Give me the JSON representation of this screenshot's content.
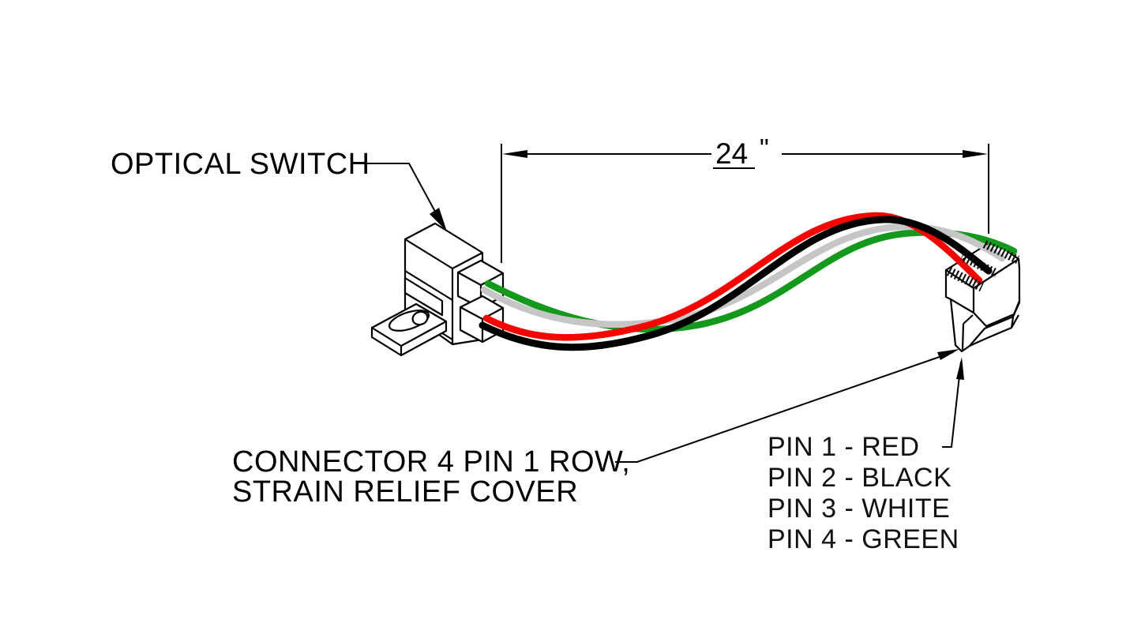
{
  "diagram": {
    "background": "#ffffff",
    "line_color": "#000000",
    "optical_switch_label": "OPTICAL SWITCH",
    "connector_label_line1": "CONNECTOR 4 PIN 1 ROW,",
    "connector_label_line2": "STRAIN RELIEF COVER",
    "dimension": {
      "value": "24",
      "unit": "\"",
      "underlined": true
    },
    "pin_assignments": [
      {
        "label": "PIN 1 - RED",
        "wire": "red",
        "color": "#f50400"
      },
      {
        "label": "PIN 2 - BLACK",
        "wire": "black",
        "color": "#000000"
      },
      {
        "label": "PIN 3 - WHITE",
        "wire": "white",
        "color": "#c6c6c6"
      },
      {
        "label": "PIN 4 - GREEN",
        "wire": "green",
        "color": "#14991c"
      }
    ],
    "wires": [
      {
        "name": "green",
        "color": "#14991c"
      },
      {
        "name": "white",
        "color": "#c6c6c6"
      },
      {
        "name": "red",
        "color": "#f50400"
      },
      {
        "name": "black",
        "color": "#000000"
      }
    ]
  }
}
